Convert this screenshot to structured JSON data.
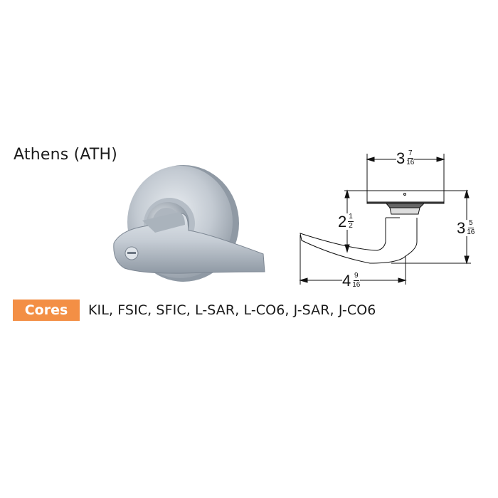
{
  "product": {
    "title": "Athens (ATH)"
  },
  "cores": {
    "label": "Cores",
    "list": "KIL, FSIC, SFIC, L-SAR, L-CO6, J-SAR, J-CO6",
    "badge_color": "#f38f45"
  },
  "dimensions": {
    "rose_diameter": {
      "whole": "3",
      "num": "7",
      "den": "16"
    },
    "lever_height": {
      "whole": "2",
      "num": "1",
      "den": "2"
    },
    "projection": {
      "whole": "3",
      "num": "5",
      "den": "16"
    },
    "lever_length": {
      "whole": "4",
      "num": "9",
      "den": "16"
    }
  },
  "images": {
    "photo": "lever-lock-photo",
    "drawing": "dimension-drawing"
  }
}
